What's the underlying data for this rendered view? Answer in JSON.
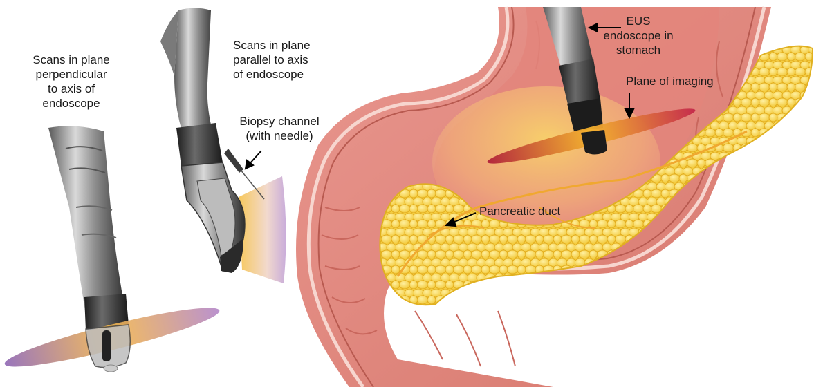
{
  "labels": {
    "perpendicular": [
      "Scans in plane",
      "perpendicular",
      "to axis of",
      "endoscope"
    ],
    "parallel": [
      "Scans in plane",
      "parallel to axis",
      "of endoscope"
    ],
    "biopsy": [
      "Biopsy channel",
      "(with needle)"
    ],
    "eus": [
      "EUS",
      "endoscope in",
      "stomach"
    ],
    "plane_of_imaging": "Plane of imaging",
    "pancreatic_duct": "Pancreatic duct"
  },
  "colors": {
    "stomach_outer": "#e8908a",
    "stomach_inner": "#d9736a",
    "stomach_rim": "#f3c0b6",
    "pancreas": "#f7d64a",
    "pancreas_lobule": "#fbe27a",
    "pancreas_outline": "#e0b020",
    "scope_dark": "#3a3a3a",
    "scope_mid": "#8a8a8a",
    "scope_light": "#d8d8d8",
    "plane_purple": "#9a6fb0",
    "plane_orange": "#f5b23c"
  }
}
